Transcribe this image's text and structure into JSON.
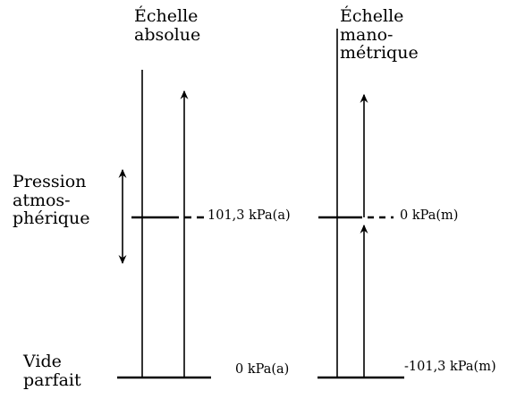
{
  "scales": {
    "absolute": {
      "title_line1": "Échelle",
      "title_line2": "absolue"
    },
    "gauge": {
      "title_line1": "Échelle",
      "title_line2": "mano-",
      "title_line3": "métrique"
    }
  },
  "levels": {
    "atmospheric": {
      "label_line1": "Pression",
      "label_line2": "atmos-",
      "label_line3": "phérique",
      "absolute_value": "101,3 kPa(a)",
      "gauge_value": "0 kPa(m)"
    },
    "vacuum": {
      "label_line1": "Vide",
      "label_line2": "parfait",
      "absolute_value": "0 kPa(a)",
      "gauge_value": "-101,3 kPa(m)"
    }
  }
}
